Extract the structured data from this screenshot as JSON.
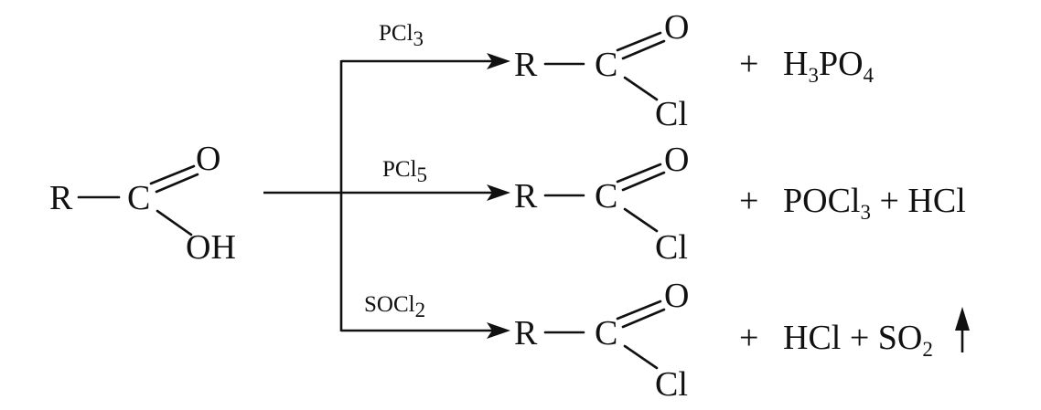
{
  "reactant": {
    "r": "R",
    "c": "C",
    "o": "O",
    "oh": "OH"
  },
  "reactions": [
    {
      "reagent": {
        "main": "PCl",
        "sub": "3"
      },
      "product": {
        "r": "R",
        "c": "C",
        "o": "O",
        "cl": "Cl"
      },
      "byproducts": {
        "plus": "+",
        "parts": [
          {
            "text": "H",
            "sub": "3"
          },
          {
            "text": "PO",
            "sub": "4"
          }
        ]
      }
    },
    {
      "reagent": {
        "main": "PCl",
        "sub": "5"
      },
      "product": {
        "r": "R",
        "c": "C",
        "o": "O",
        "cl": "Cl"
      },
      "byproducts": {
        "plus": "+",
        "parts": [
          {
            "text": "POCl",
            "sub": "3"
          },
          {
            "text": " + HCl",
            "sub": ""
          }
        ]
      }
    },
    {
      "reagent": {
        "main": "SOCl",
        "sub": "2"
      },
      "product": {
        "r": "R",
        "c": "C",
        "o": "O",
        "cl": "Cl"
      },
      "byproducts": {
        "plus": "+",
        "parts": [
          {
            "text": "HCl + SO",
            "sub": "2"
          }
        ],
        "gas_arrow": true
      }
    }
  ]
}
